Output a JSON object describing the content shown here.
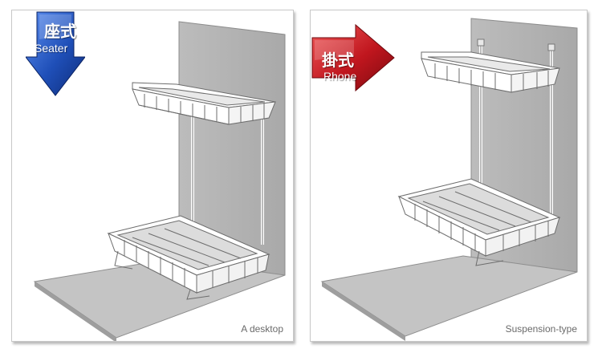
{
  "left_panel": {
    "badge_zh": "座式",
    "badge_en": "Seater",
    "caption": "A desktop",
    "badge_color": "#1f4fb8"
  },
  "right_panel": {
    "badge_zh": "掛式",
    "badge_en": "Rhone",
    "caption": "Suspension-type",
    "badge_color": "#c0161e"
  },
  "icons": [
    "down-arrow-icon",
    "right-arrow-icon"
  ]
}
